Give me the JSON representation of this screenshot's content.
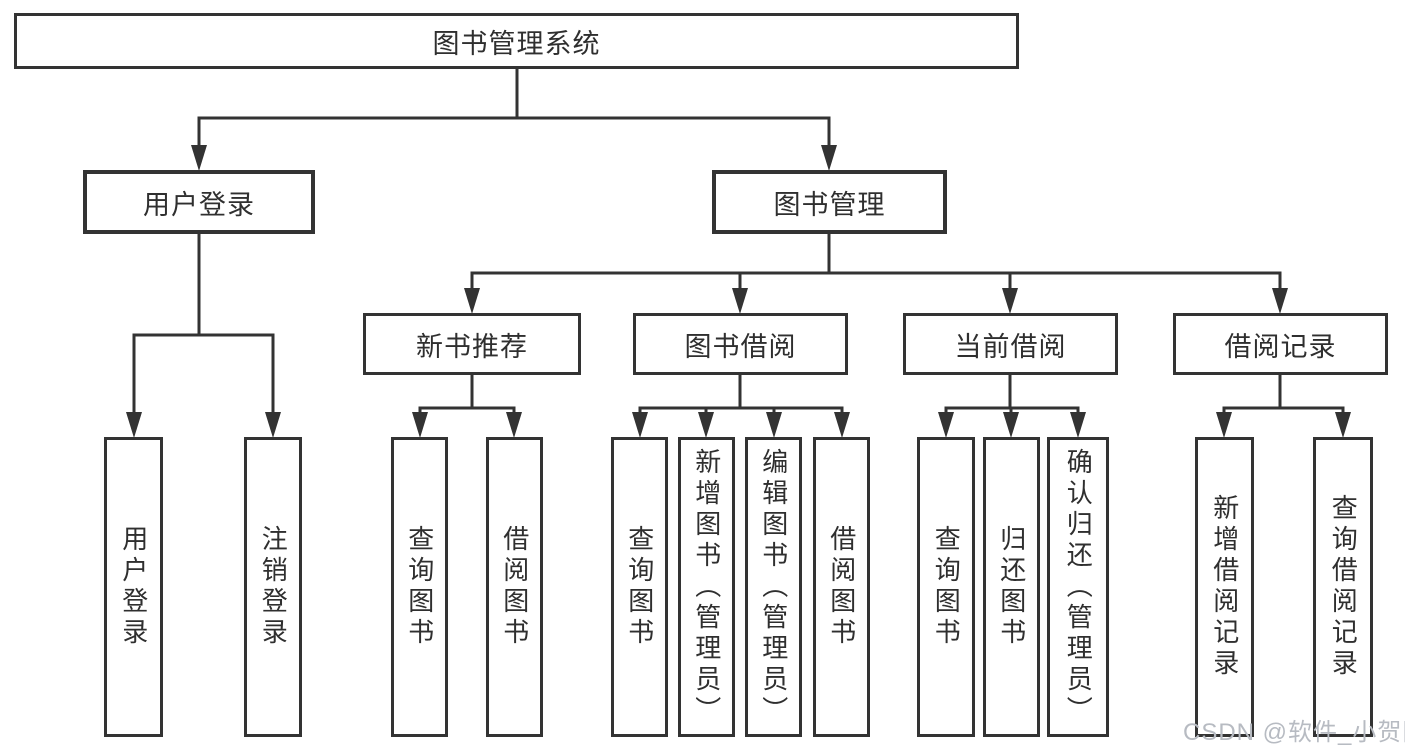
{
  "tree": {
    "root": {
      "label": "图书管理系统",
      "children": [
        {
          "label": "用户登录",
          "children": [
            {
              "label": "用户登录"
            },
            {
              "label": "注销登录"
            }
          ]
        },
        {
          "label": "图书管理",
          "children": [
            {
              "label": "新书推荐",
              "children": [
                {
                  "label": "查询图书"
                },
                {
                  "label": "借阅图书"
                }
              ]
            },
            {
              "label": "图书借阅",
              "children": [
                {
                  "label": "查询图书"
                },
                {
                  "label": "新增图书（管理员）"
                },
                {
                  "label": "编辑图书（管理员）"
                },
                {
                  "label": "借阅图书"
                }
              ]
            },
            {
              "label": "当前借阅",
              "children": [
                {
                  "label": "查询图书"
                },
                {
                  "label": "归还图书"
                },
                {
                  "label": "确认归还（管理员）"
                }
              ]
            },
            {
              "label": "借阅记录",
              "children": [
                {
                  "label": "新增借阅记录"
                },
                {
                  "label": "查询借阅记录"
                }
              ]
            }
          ]
        }
      ]
    }
  },
  "watermark": "CSDN @软件_小贺同学",
  "colors": {
    "line": "#333333",
    "text": "#2f2f2f",
    "watermark": "#b7bbc2",
    "background": "#ffffff"
  }
}
